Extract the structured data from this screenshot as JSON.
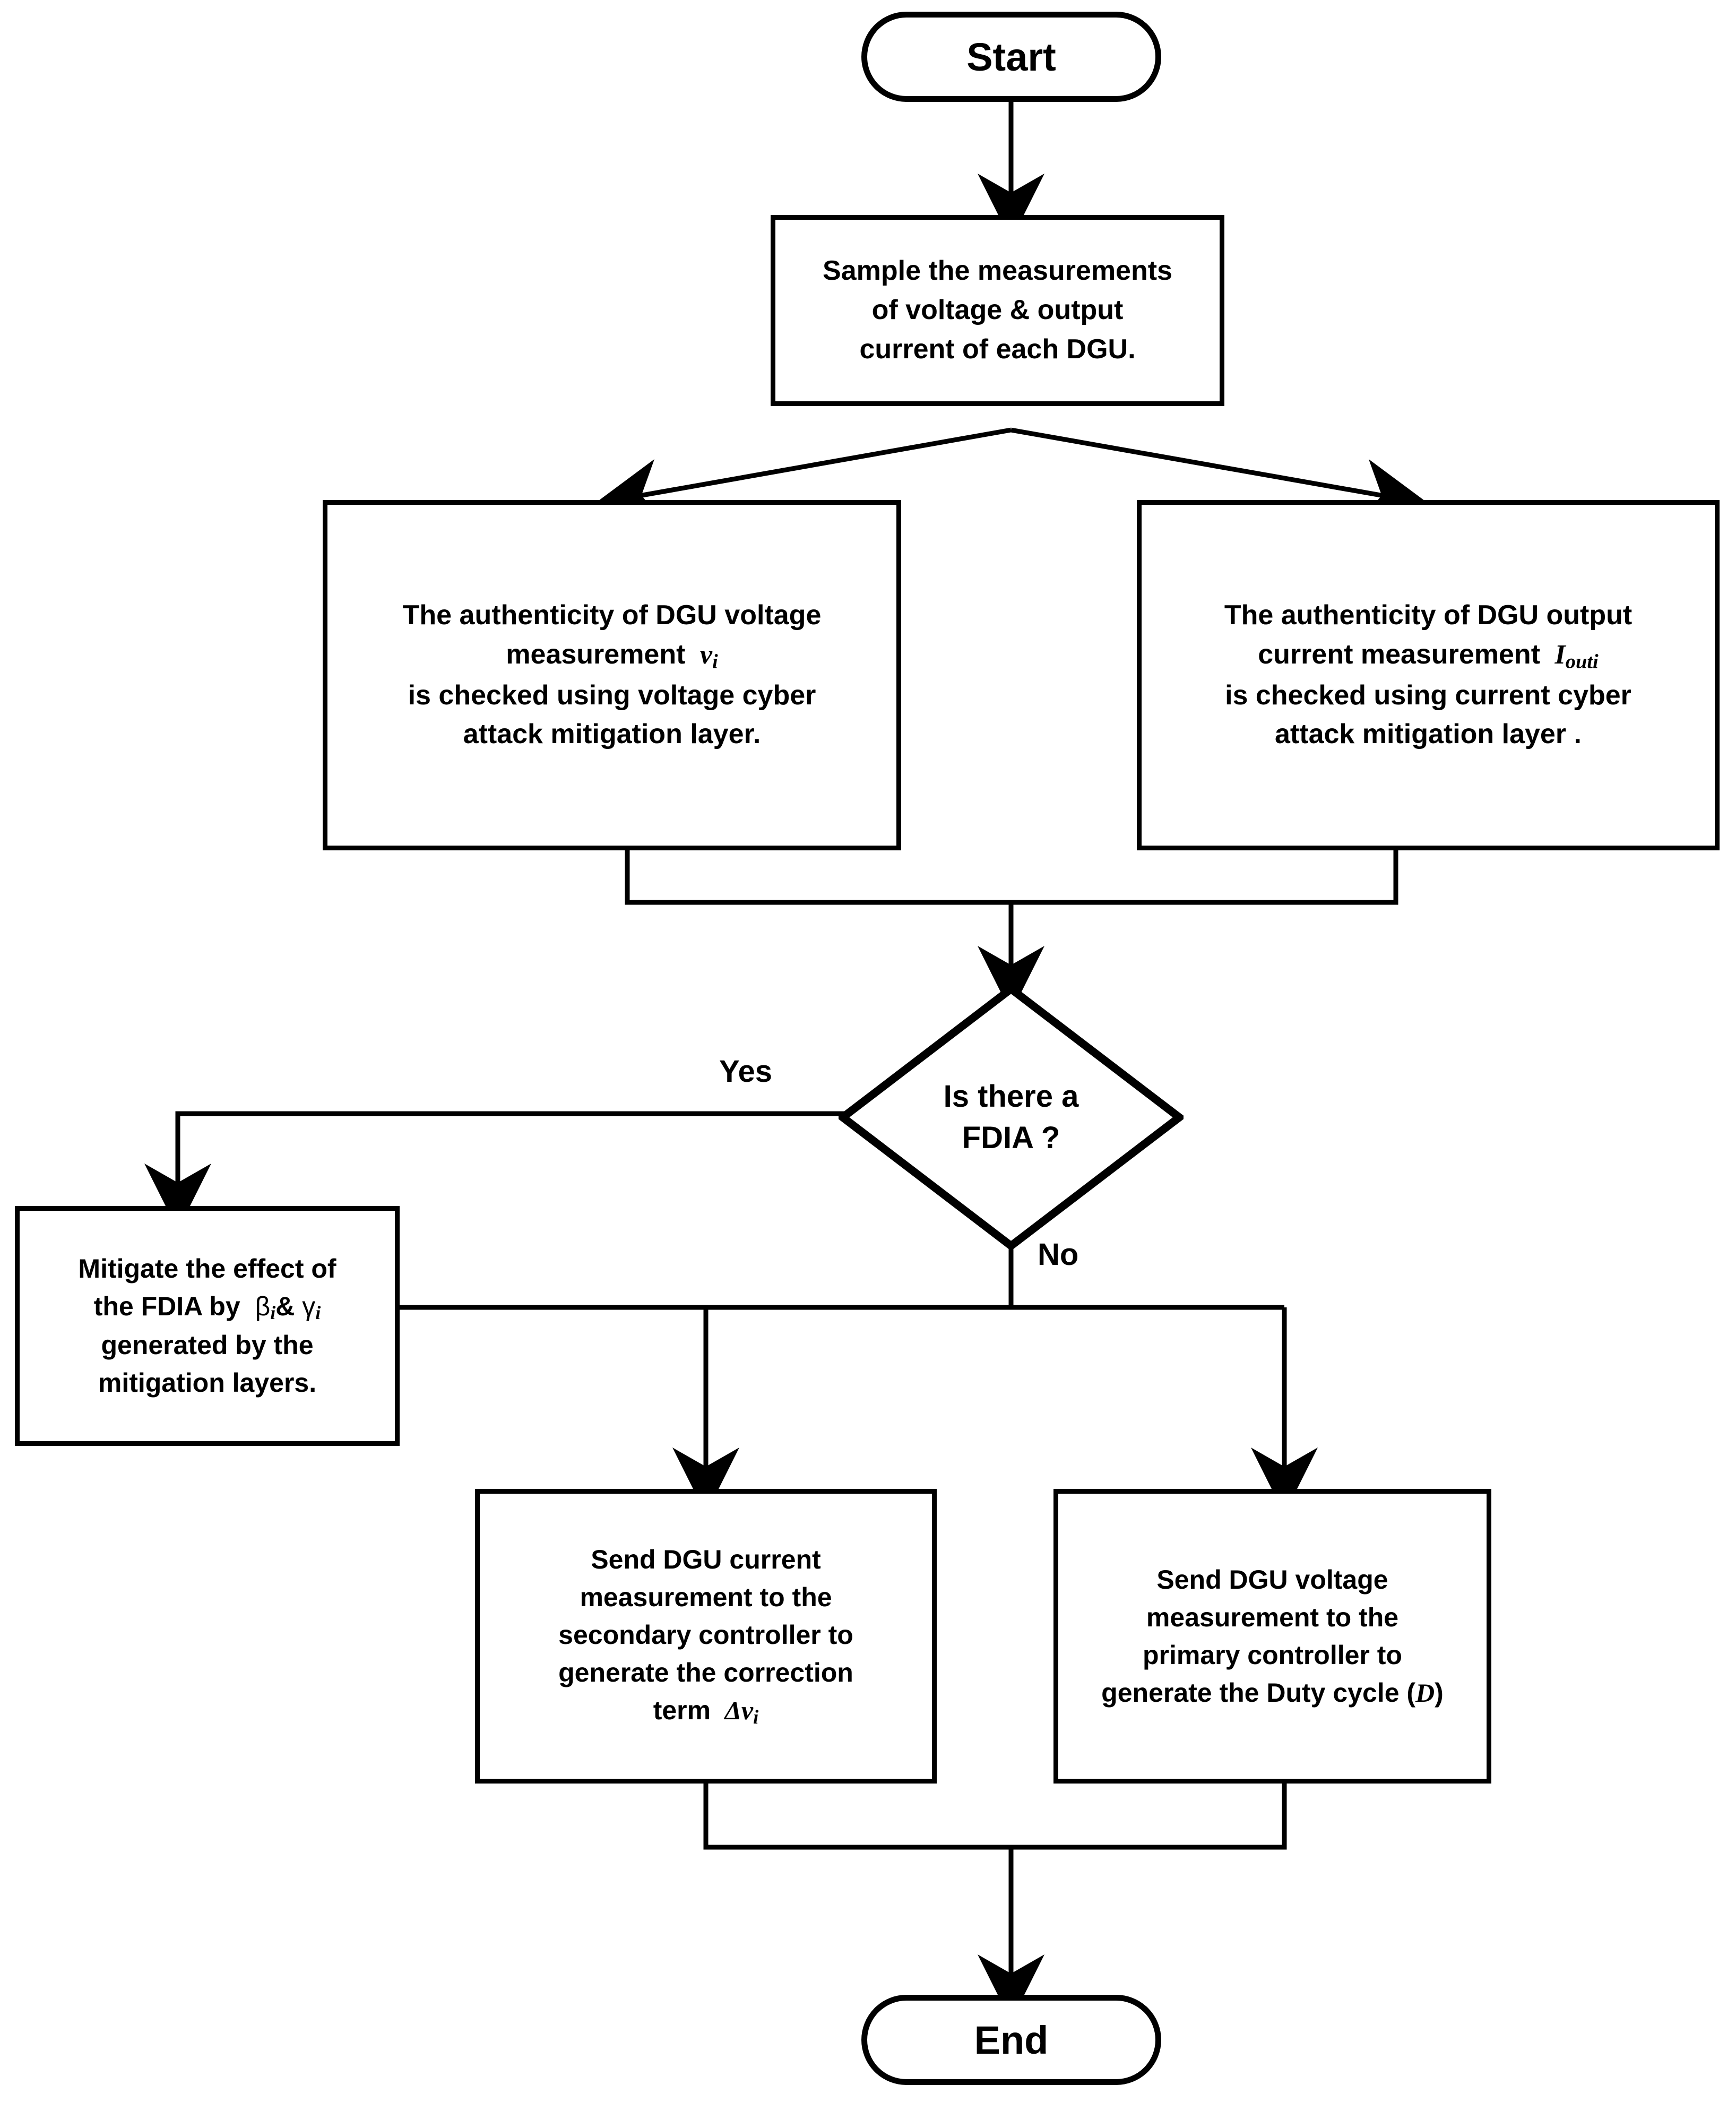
{
  "diagram": {
    "title": "FDIA detection and mitigation flowchart",
    "stroke_color": "#000000",
    "fill_color": "#ffffff"
  },
  "nodes": {
    "start": {
      "label": "Start",
      "shape": "terminal"
    },
    "sample": {
      "shape": "process",
      "lines": [
        "Sample the measurements",
        "of voltage & output",
        "current of each DGU."
      ]
    },
    "voltage_check": {
      "shape": "process",
      "line1": "The authenticity of DGU voltage",
      "line2_prefix": "measurement",
      "line2_symbol": "v",
      "line2_symbol_sub": "i",
      "line3": "is checked using voltage cyber",
      "line4": "attack mitigation layer."
    },
    "current_check": {
      "shape": "process",
      "line1": "The authenticity of DGU output",
      "line2_prefix": "current measurement",
      "line2_symbol": "I",
      "line2_symbol_sub": "outi",
      "line3": "is checked using current cyber",
      "line4": "attack mitigation layer ."
    },
    "decision": {
      "shape": "diamond",
      "line1": "Is there a",
      "line2": "FDIA ?"
    },
    "mitigate": {
      "shape": "process",
      "line1": "Mitigate the effect of",
      "line2_prefix": "the FDIA by",
      "line2_sym1": "β",
      "line2_sym1_sub": "i",
      "line2_amp": "&",
      "line2_sym2": "γ",
      "line2_sym2_sub": "i",
      "line3": "generated by the",
      "line4": "mitigation layers."
    },
    "secondary": {
      "shape": "process",
      "line1": "Send DGU current",
      "line2": "measurement to the",
      "line3": "secondary controller to",
      "line4": "generate the correction",
      "line5_prefix": "term",
      "line5_symbol": "Δv",
      "line5_symbol_sub": "i"
    },
    "primary": {
      "shape": "process",
      "line1": "Send DGU voltage",
      "line2": "measurement to the",
      "line3": "primary controller to",
      "line4_prefix": "generate the Duty cycle (",
      "line4_symbol": "D",
      "line4_suffix": ")"
    },
    "end": {
      "label": "End",
      "shape": "terminal"
    }
  },
  "edge_labels": {
    "yes": "Yes",
    "no": "No"
  }
}
